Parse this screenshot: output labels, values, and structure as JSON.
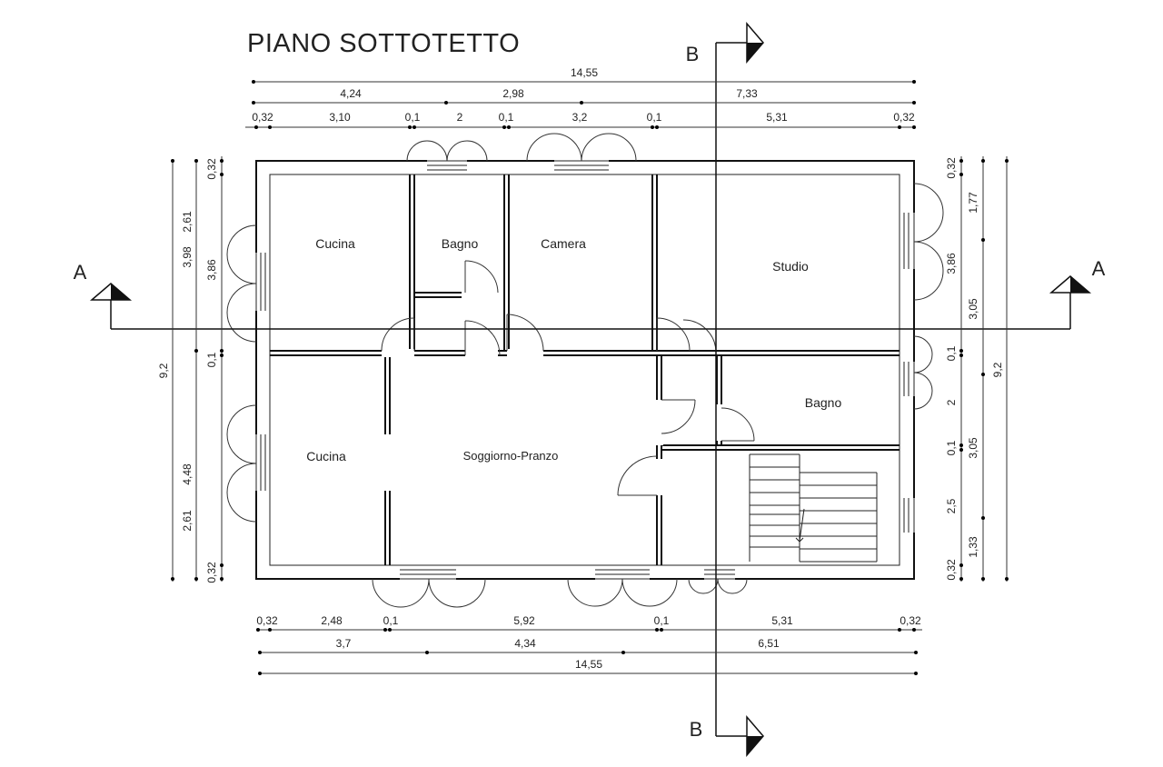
{
  "title": "PIANO SOTTOTETTO",
  "rooms": {
    "cucina_top": "Cucina",
    "bagno_top": "Bagno",
    "camera": "Camera",
    "studio": "Studio",
    "cucina_bottom": "Cucina",
    "soggiorno": "Soggiorno-Pranzo",
    "bagno_right": "Bagno"
  },
  "section_markers": {
    "a": "A",
    "b": "B"
  },
  "dims_top": {
    "total": "14,55",
    "row2": [
      "4,24",
      "2,98",
      "7,33"
    ],
    "row3": [
      "0,32",
      "3,10",
      "0,1",
      "2",
      "0,1",
      "3,2",
      "0,1",
      "5,31",
      "0,32"
    ]
  },
  "dims_bottom": {
    "row1": [
      "0,32",
      "2,48",
      "0,1",
      "5,92",
      "0,1",
      "5,31",
      "0,32"
    ],
    "row2": [
      "3,7",
      "4,34",
      "6,51"
    ],
    "total": "14,55"
  },
  "dims_left": {
    "outer": "9,2",
    "middle": [
      "3,98",
      "4,48"
    ],
    "inner": [
      "0,32",
      "2,61",
      "3,86",
      "0,1",
      "2,61",
      "0,32"
    ]
  },
  "dims_right": {
    "inner": [
      "0,32",
      "3,86",
      "0,1",
      "2",
      "0,1",
      "2,5",
      "0,32"
    ],
    "middle": [
      "1,77",
      "3,05",
      "3,05",
      "1,33"
    ],
    "outer": "9,2"
  }
}
